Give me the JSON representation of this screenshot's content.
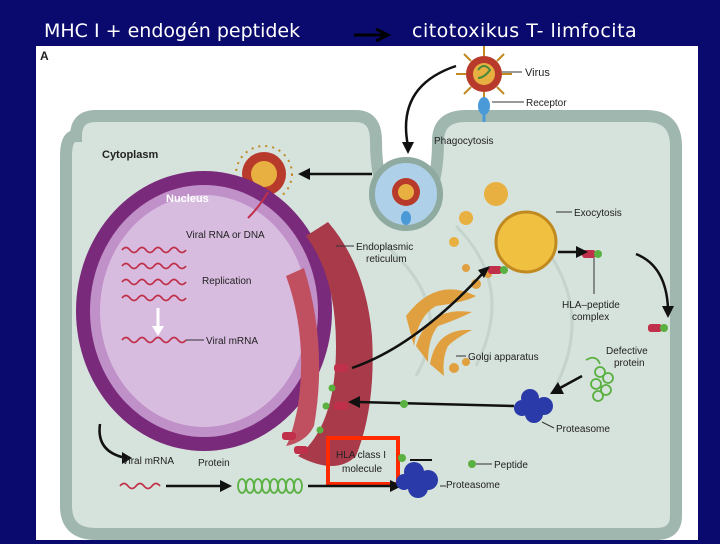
{
  "slide": {
    "title_left": "MHC I + endogén peptidek",
    "title_right": "citotoxikus T- limfocita",
    "bg_color": "#0a0a6e"
  },
  "figure": {
    "panel_letter": "A",
    "labels": {
      "virus": "Virus",
      "receptor": "Receptor",
      "phagocytosis": "Phagocytosis",
      "cytoplasm": "Cytoplasm",
      "nucleus": "Nucleus",
      "viral_rna_dna": "Viral RNA or DNA",
      "replication": "Replication",
      "viral_mrna_nucleus": "Viral mRNA",
      "endoplasmic_reticulum_1": "Endoplasmic",
      "endoplasmic_reticulum_2": "reticulum",
      "exocytosis": "Exocytosis",
      "hla_peptide_1": "HLA–peptide",
      "hla_peptide_2": "complex",
      "golgi": "Golgi apparatus",
      "defective_1": "Defective",
      "defective_2": "protein",
      "proteasome_right": "Proteasome",
      "viral_mrna_cyto": "Viral mRNA",
      "protein": "Protein",
      "hla_class_1": "HLA class I",
      "hla_class_2": "molecule",
      "peptide": "Peptide",
      "proteasome_bottom": "Proteasome"
    },
    "colors": {
      "cell_membrane": "#9fb7ae",
      "cytoplasm": "#d6e2dc",
      "nucleus_envelope": "#7a2a7a",
      "nucleus_inner": "#b07ab8",
      "er": "#a83a4a",
      "golgi": "#e0a040",
      "highlight_box": "#ff2a00",
      "proteasome": "#2a3aa8"
    }
  }
}
